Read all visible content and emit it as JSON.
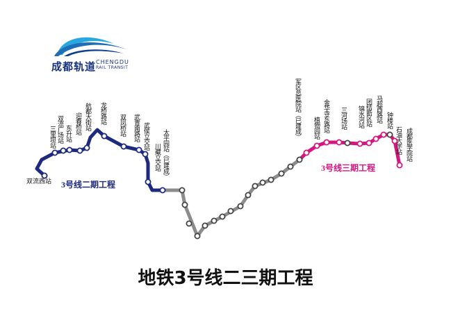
{
  "title": "地铁3号线二三期工程",
  "logo": {
    "cn": "成都轨道",
    "en_line1": "CHENGDU",
    "en_line2": "RAIL TRANSIT"
  },
  "colors": {
    "phase2": "#1d2a7e",
    "existing": "#8c8c8c",
    "phase3": "#d4177f",
    "brand": "#17337f"
  },
  "phase_labels": {
    "phase2": "3号线二期工程",
    "phase3": "3号线三期工程"
  },
  "stations": [
    {
      "name": "双流西站",
      "phase": "phase2"
    },
    {
      "name": "三里坝站",
      "phase": "phase2"
    },
    {
      "name": "双流广场站",
      "phase": "phase2"
    },
    {
      "name": "东升站",
      "phase": "phase2"
    },
    {
      "name": "迎春桥站",
      "phase": "phase2"
    },
    {
      "name": "航都大街站",
      "phase": "phase2"
    },
    {
      "name": "龙桥路站",
      "phase": "phase2"
    },
    {
      "name": "双凤桥站",
      "phase": "phase2"
    },
    {
      "name": "武青南路站",
      "phase": "phase2"
    },
    {
      "name": "武侯立交站",
      "phase": "phase2"
    },
    {
      "name": "川藏立交站",
      "phase": "phase2"
    },
    {
      "name": "太平园站（已建成）",
      "phase": "phase2"
    },
    {
      "name": "军区总医院站（已建成）",
      "phase": "phase3"
    },
    {
      "name": "植物园站",
      "phase": "phase3"
    },
    {
      "name": "金华寺东路站",
      "phase": "phase3"
    },
    {
      "name": "三河场站",
      "phase": "phase3"
    },
    {
      "name": "锦水河站",
      "phase": "phase3"
    },
    {
      "name": "团结新区站",
      "phase": "phase3"
    },
    {
      "name": "马超西路站",
      "phase": "phase3"
    },
    {
      "name": "钟楼站",
      "phase": "phase3"
    },
    {
      "name": "石油大学站",
      "phase": "phase3"
    },
    {
      "name": "成都医学院站",
      "phase": "phase3"
    }
  ]
}
